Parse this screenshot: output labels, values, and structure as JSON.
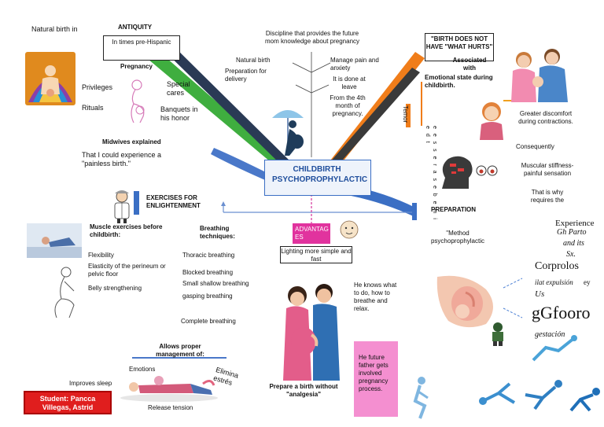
{
  "center": {
    "title": "CHILDBIRTH PSYCHOPROPHYLACTIC"
  },
  "top_left": {
    "natural_birth_in": "Natural birth in",
    "antiquity": "ANTIQUITY",
    "in_times": "In times pre-Hispanic",
    "pregnancy": "Pregnancy",
    "privileges": "Privileges",
    "rituals": "Rituals",
    "special_cares": "Special cares",
    "banquets": "Banquets in his honor",
    "midwives": "Midwives explained",
    "painless": "That I could experience a \"painless birth.\""
  },
  "top_center": {
    "discipline": "Discipline that provides the future mom knowledge about pregnancy",
    "natural_birth": "Natural birth",
    "prep_delivery": "Preparation for delivery",
    "manage_pain": "Manage pain and anxiety",
    "done_at_leave": "It is done at leave",
    "from_4th": "From the 4th month of pregnancy."
  },
  "exercises": {
    "title": "EXERCISES FOR ENLIGHTENMENT",
    "muscle_title": "Muscle exercises before childbirth:",
    "flexibility": "Flexibility",
    "elasticity": "Elasticity of the perineum or pelvic floor",
    "belly": "Belly strengthening",
    "breathing_title": "Breathing techniques:",
    "thoracic": "Thoracic breathing",
    "blocked": "Blocked breathing",
    "shallow": "Small shallow breathing",
    "gasping": "gasping breathing",
    "complete": "Complete breathing",
    "allows": "Allows proper management of:",
    "emotions": "Emotions",
    "eliminate_stress": "Elimina estrés",
    "improves_sleep": "Improves sleep",
    "release_tension": "Release tension"
  },
  "advantages": {
    "label": "ADVANTAGES",
    "lighting": "Lighting more simple and fast",
    "knows": "He knows what to do, how to breathe and relax.",
    "prepare": "Prepare a birth without \"analgesia\"",
    "father": "He future father gets involved pregnancy process."
  },
  "right": {
    "does_not_hurt": "\"BIRTH DOES NOT HAVE \"WHAT HURTS\"",
    "associated": "Associated with",
    "emotional_state": "Emotional state during childbirth.",
    "greater": "Greater discomfort during contractions.",
    "consequently": "Consequently",
    "muscular": "Muscular stiffness-painful sensation",
    "that_is_why": "That is why requires the",
    "preparation": "PREPARATION",
    "method": "\"Method psychoprophylactic",
    "temor": "Temor",
    "vertical": "e e s s e r a s e b e m i e d t"
  },
  "collage": {
    "experience": "Experience",
    "parto": "Gh Parto",
    "and_its": "and its",
    "sx": "Sx.",
    "corprolos": "Corprolos",
    "expulsion": "ilat expulsión",
    "us": "Us",
    "gfooro": "gGfooro",
    "gestacion": "gestación",
    "ley": "ey"
  },
  "student": "Student: Pancca Villegas, Astrid"
}
